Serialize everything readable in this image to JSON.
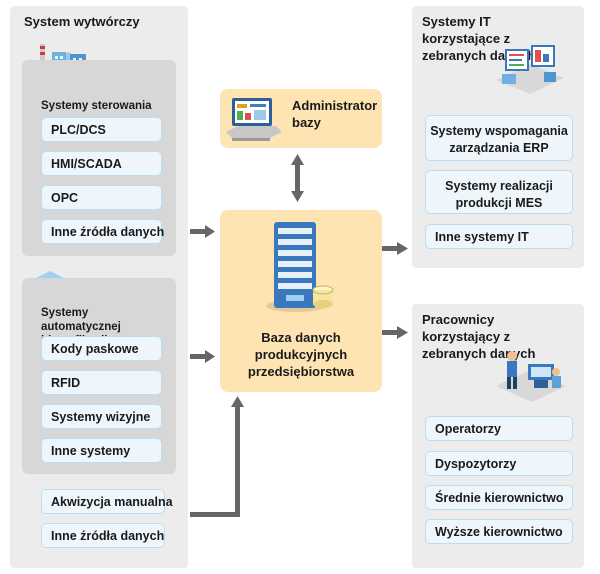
{
  "left": {
    "title": "System wytwórczy",
    "control": {
      "title": "Systemy sterowania",
      "items": [
        "PLC/DCS",
        "HMI/SCADA",
        "OPC",
        "Inne źródła danych"
      ]
    },
    "autoid": {
      "title": "Systemy automatycznej identyfikacji",
      "items": [
        "Kody paskowe",
        "RFID",
        "Systemy wizyjne",
        "Inne systemy"
      ]
    },
    "manual": [
      "Akwizycja manualna",
      "Inne źródła danych"
    ]
  },
  "center": {
    "admin_label": "Administrator bazy",
    "db_label": "Baza danych produkcyjnych przedsiębiorstwa"
  },
  "right_top": {
    "title": "Systemy IT korzystające z zebranych danych",
    "items": [
      "Systemy wspomagania zarządzania ERP",
      "Systemy realizacji produkcji MES",
      "Inne systemy IT"
    ]
  },
  "right_bottom": {
    "title": "Pracownicy korzystający z zebranych danych",
    "items": [
      "Operatorzy",
      "Dyspozytorzy",
      "Średnie kierownictwo",
      "Wyższe kierownictwo"
    ]
  },
  "colors": {
    "panel": "#ececec",
    "subpanel": "#d7d7d7",
    "chip": "#eef6fc",
    "chip_border": "#bcdcf2",
    "center": "#fde4b2",
    "arrow": "#666666"
  },
  "icons": [
    "factory-icon",
    "conveyor-icon",
    "admin-computer-icon",
    "server-database-icon",
    "it-systems-icon",
    "workers-icon"
  ]
}
